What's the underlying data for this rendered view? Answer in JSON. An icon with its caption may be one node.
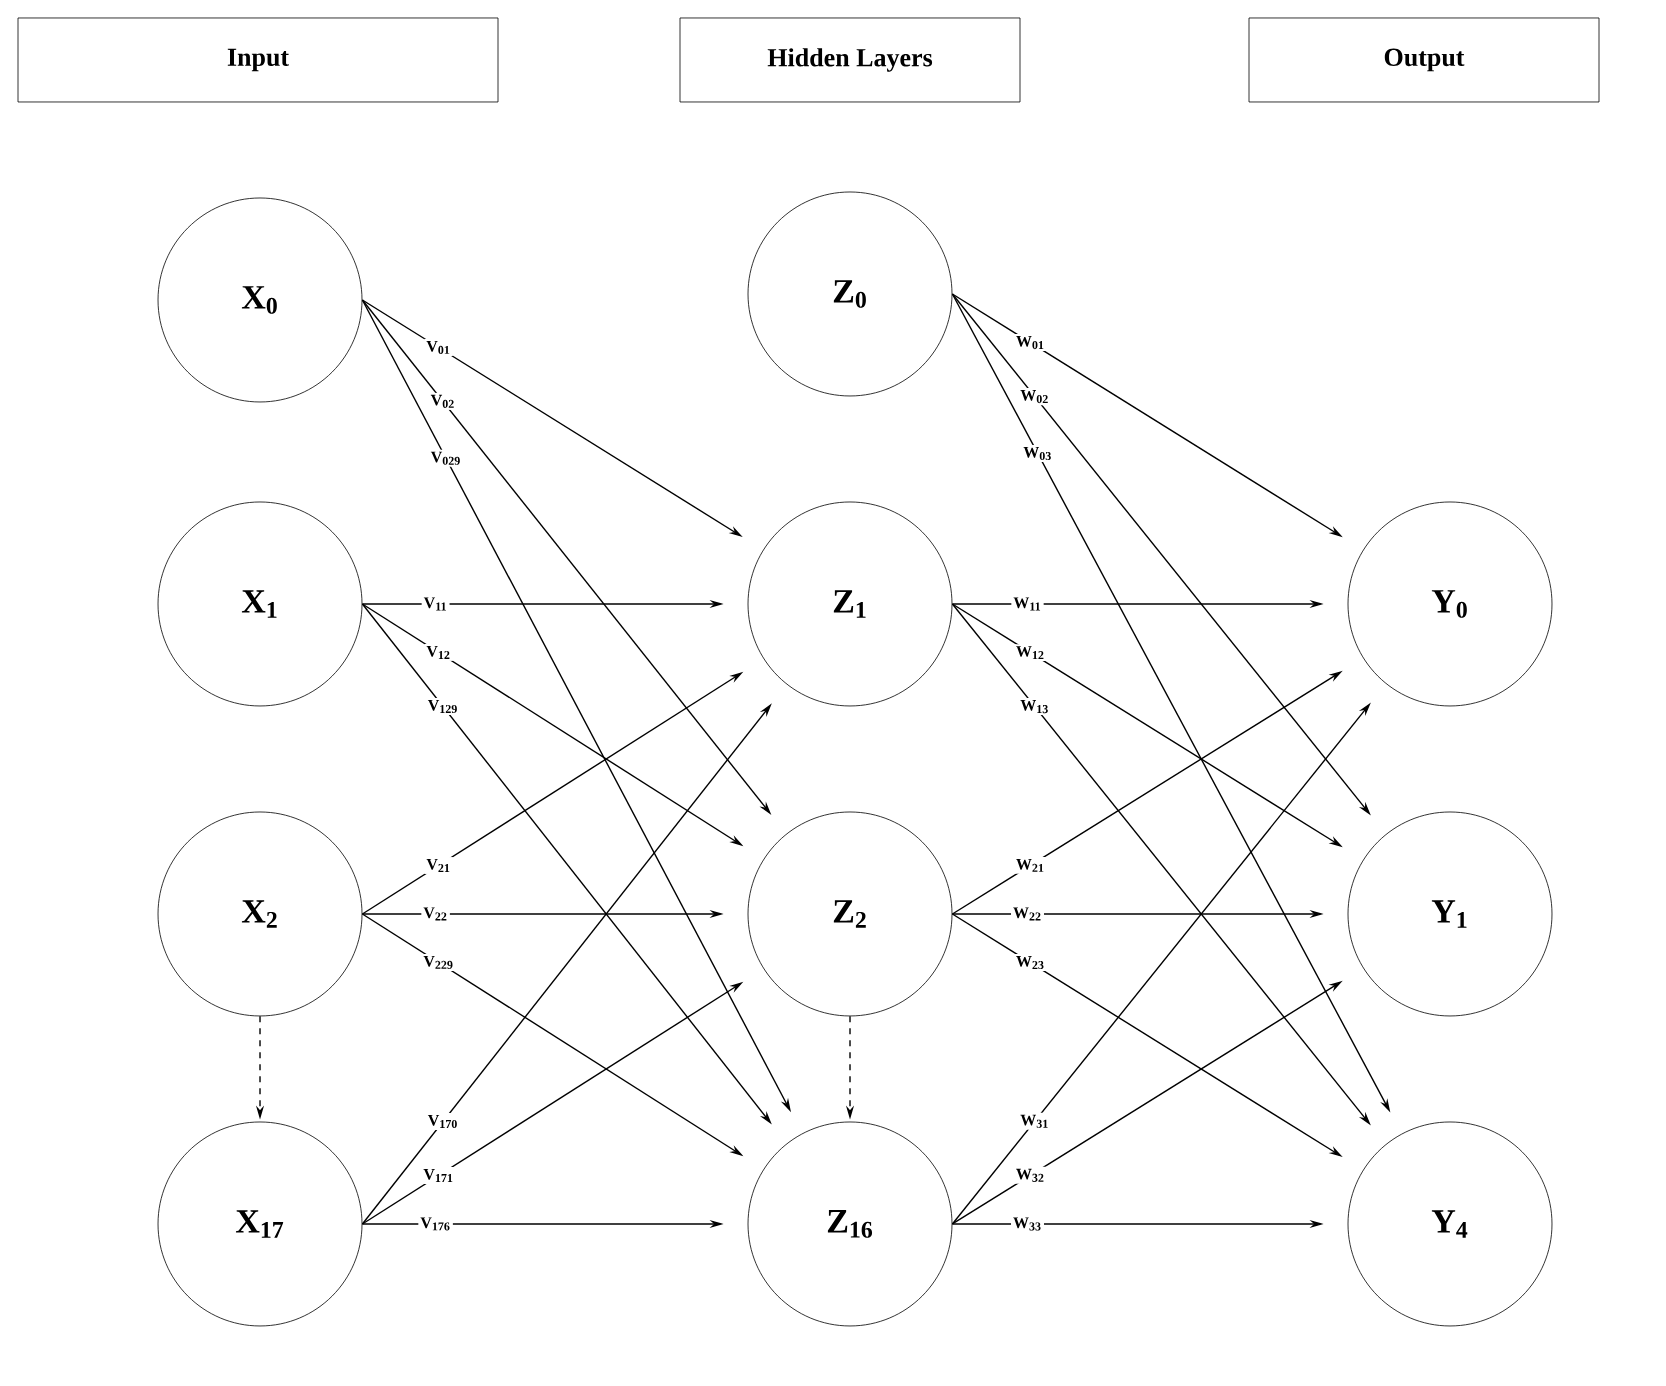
{
  "diagram": {
    "nodes": [
      {
        "text": [
          "Input"
        ]
      },
      {
        "text": [
          "Hidden Layers"
        ]
      },
      {
        "text": [
          "Output"
        ]
      },
      {
        "text": [
          "X$_{0}$"
        ]
      },
      {
        "text": [
          "X$_{1}$"
        ]
      },
      {
        "text": [
          "X$_{2}$"
        ]
      },
      {
        "text": [
          "X$_{17}$"
        ]
      },
      {
        "text": [
          "Z$_{0}$"
        ]
      },
      {
        "text": [
          "Z$_{1}$"
        ]
      },
      {
        "text": [
          "Z$_{2}$"
        ]
      },
      {
        "text": [
          "Z$_{16}$"
        ]
      },
      {
        "text": [
          "Y$_{0}$"
        ]
      },
      {
        "text": [
          "Y$_{1}$"
        ]
      },
      {
        "text": [
          "Y$_{4}$"
        ]
      }
    ],
    "edges": [
      {
        "from": 3,
        "to": 8,
        "arrow": "to",
        "label": "V$_{01}$"
      },
      {
        "from": 3,
        "to": 9,
        "arrow": "to",
        "label": "V$_{02}$"
      },
      {
        "from": 3,
        "to": 10,
        "arrow": "to",
        "label": "V$_{029}$"
      },
      {
        "from": 4,
        "to": 8,
        "arrow": "to",
        "label": "V$_{11}$"
      },
      {
        "from": 4,
        "to": 9,
        "arrow": "to",
        "label": "V$_{12}$"
      },
      {
        "from": 4,
        "to": 10,
        "arrow": "to",
        "label": "V$_{129}$"
      },
      {
        "from": 5,
        "to": 8,
        "arrow": "to",
        "label": "V$_{21}$"
      },
      {
        "from": 5,
        "to": 9,
        "arrow": "to",
        "label": "V$_{22}$"
      },
      {
        "from": 5,
        "to": 10,
        "arrow": "to",
        "label": "V$_{229}$"
      },
      {
        "from": 6,
        "to": 8,
        "arrow": "to",
        "label": "V$_{170}$"
      },
      {
        "from": 6,
        "to": 9,
        "arrow": "to",
        "label": "V$_{171}$"
      },
      {
        "from": 6,
        "to": 10,
        "arrow": "to",
        "label": "V$_{176}$"
      },
      {
        "from": 5,
        "to": 6,
        "arrow": "to",
        "style": "dashed"
      },
      {
        "from": 7,
        "to": 11,
        "arrow": "to",
        "label": "W$_{01}$"
      },
      {
        "from": 7,
        "to": 12,
        "arrow": "to",
        "label": "W$_{02}$"
      },
      {
        "from": 7,
        "to": 13,
        "arrow": "to",
        "label": "W$_{03}$"
      },
      {
        "from": 8,
        "to": 11,
        "arrow": "to",
        "label": "W$_{11}$"
      },
      {
        "from": 8,
        "to": 12,
        "arrow": "to",
        "label": "W$_{12}$"
      },
      {
        "from": 8,
        "to": 13,
        "arrow": "to",
        "label": "W$_{13}$"
      },
      {
        "from": 9,
        "to": 11,
        "arrow": "to",
        "label": "W$_{21}$"
      },
      {
        "from": 9,
        "to": 12,
        "arrow": "to",
        "label": "W$_{22}$"
      },
      {
        "from": 9,
        "to": 13,
        "arrow": "to",
        "label": "W$_{23}$"
      },
      {
        "from": 10,
        "to": 11,
        "arrow": "to",
        "label": "W$_{31}$"
      },
      {
        "from": 10,
        "to": 12,
        "arrow": "to",
        "label": "W$_{32}$"
      },
      {
        "from": 10,
        "to": 13,
        "arrow": "to",
        "label": "W$_{33}$"
      },
      {
        "from": 9,
        "to": 10,
        "arrow": "to",
        "style": "dashed"
      }
    ]
  }
}
